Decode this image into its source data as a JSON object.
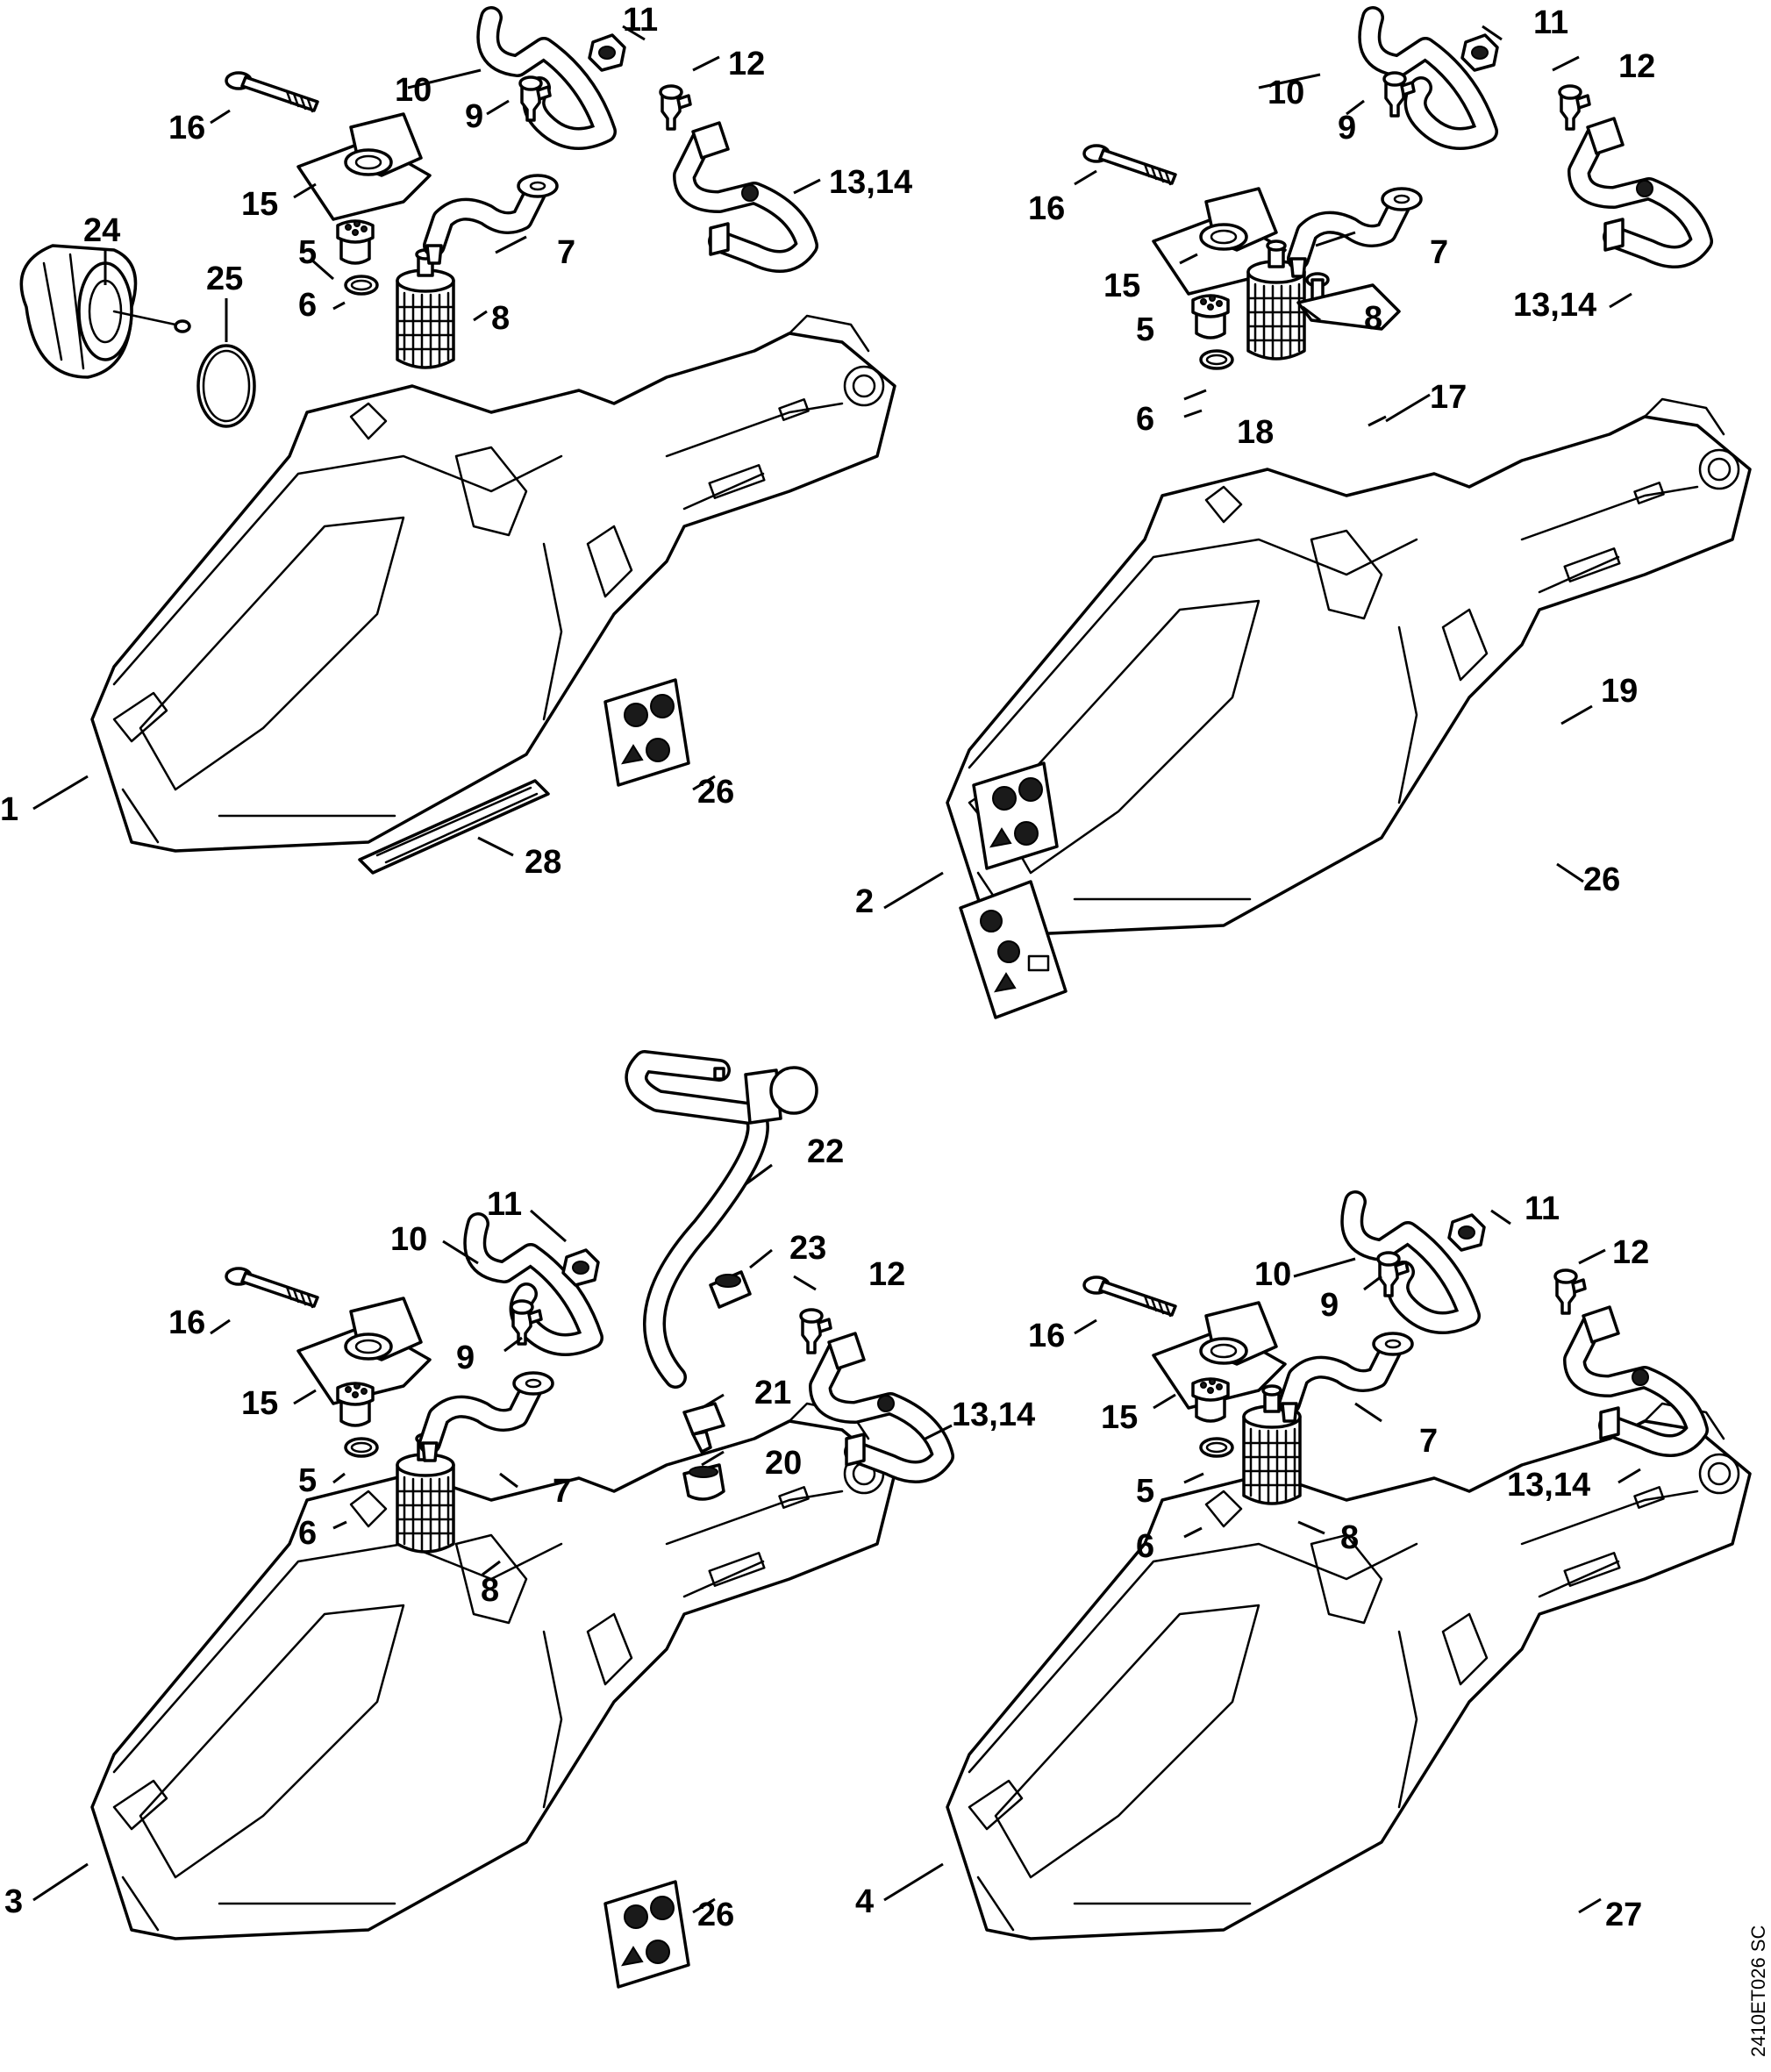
{
  "drawing_ref": "2410ET026 SC",
  "colors": {
    "line": "#000000",
    "background": "#ffffff",
    "shade": "#d6d6d6"
  },
  "views": [
    {
      "id": "view-1",
      "callouts": [
        "1",
        "5",
        "6",
        "7",
        "8",
        "9",
        "10",
        "11",
        "12",
        "13,14",
        "15",
        "16",
        "24",
        "25",
        "26",
        "28"
      ]
    },
    {
      "id": "view-2",
      "callouts": [
        "2",
        "5",
        "6",
        "7",
        "8",
        "9",
        "10",
        "11",
        "12",
        "13,14",
        "15",
        "16",
        "17",
        "18",
        "19",
        "26"
      ]
    },
    {
      "id": "view-3",
      "callouts": [
        "3",
        "5",
        "6",
        "7",
        "8",
        "9",
        "10",
        "11",
        "12",
        "13,14",
        "15",
        "16",
        "20",
        "21",
        "22",
        "23",
        "26"
      ]
    },
    {
      "id": "view-4",
      "callouts": [
        "4",
        "5",
        "6",
        "7",
        "8",
        "9",
        "10",
        "11",
        "12",
        "13,14",
        "15",
        "16",
        "27"
      ]
    }
  ]
}
